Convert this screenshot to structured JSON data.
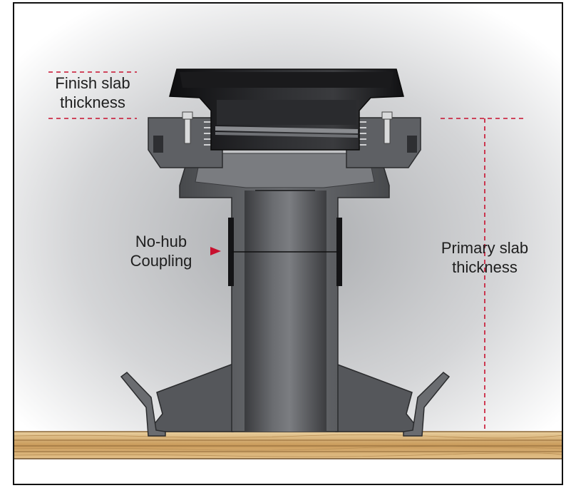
{
  "labels": {
    "finish_slab_line1": "Finish slab",
    "finish_slab_line2": "thickness",
    "coupling_line1": "No-hub",
    "coupling_line2": "Coupling",
    "primary_slab_line1": "Primary slab",
    "primary_slab_line2": "thickness"
  },
  "colors": {
    "dimension_line": "#c8102e",
    "arrow": "#c8102e",
    "drain_body": "#5a5c60",
    "drain_top": "#1c1c1e",
    "plywood": "#d8b27a"
  }
}
